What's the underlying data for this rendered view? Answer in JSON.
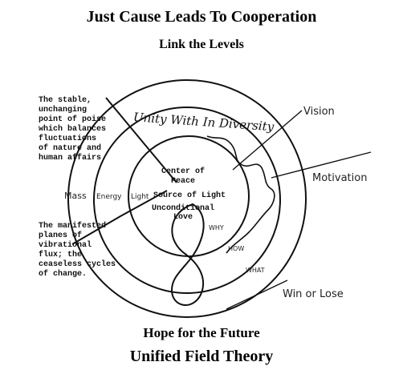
{
  "header": {
    "title": "Just Cause Leads To Cooperation",
    "subtitle": "Link the Levels"
  },
  "footer": {
    "caption": "Hope for the Future",
    "title": "Unified Field Theory"
  },
  "diagram": {
    "ring_label": "Unity With In Diversity",
    "center_lines": [
      "Center of",
      "Peace",
      "Source of Light",
      "Unconditional",
      "Love"
    ],
    "left_note_top": [
      "The stable,",
      "unchanging",
      "point of poise",
      "which balances",
      "fluctuations",
      "of nature and",
      "human affairs."
    ],
    "left_note_bottom": [
      "The manifested",
      "planes of",
      "vibrational",
      "flux; the",
      "ceaseless cycles",
      "of change."
    ],
    "levels": {
      "mass": "Mass",
      "energy": "Energy",
      "light": "Light"
    },
    "questions": {
      "why": "WHY",
      "how": "HOW",
      "what": "WHAT"
    },
    "outer_labels": {
      "vision": "Vision",
      "motivation": "Motivation",
      "win_lose": "Win or Lose"
    }
  }
}
